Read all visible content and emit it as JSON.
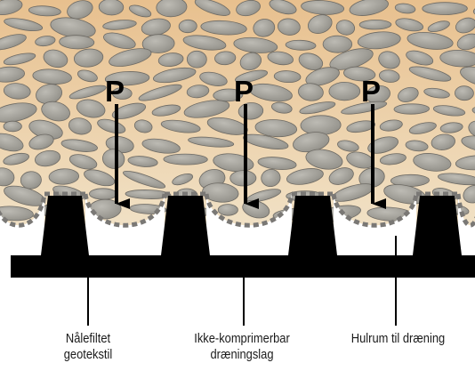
{
  "load_label": "P",
  "labels": {
    "geotextile": {
      "line1": "Nålefiltet",
      "line2": "geotekstil"
    },
    "drainage_layer": {
      "line1": "Ikke-komprimerbar",
      "line2": "dræningslag"
    },
    "voids": {
      "line1": "Hulrum til dræning"
    }
  },
  "colors": {
    "soil_top": "#e8c08e",
    "soil_bottom": "#f1e2c7",
    "stone": "#a7a59e",
    "stone_edge": "#6e6b65",
    "geotextile_dash": "#7a7875",
    "drainage_mat": "#000000"
  }
}
